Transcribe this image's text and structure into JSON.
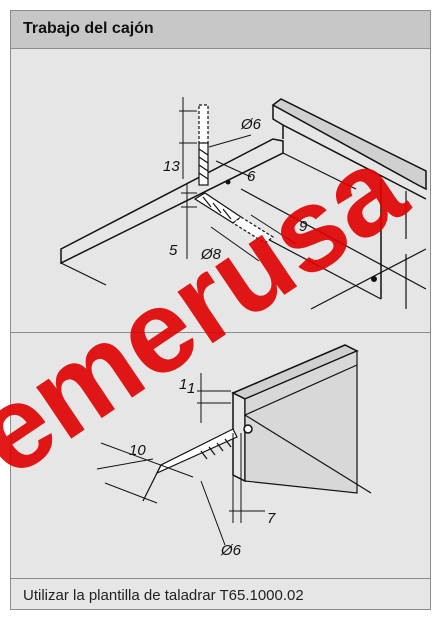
{
  "header": {
    "title": "Trabajo del cajón"
  },
  "diagram_top": {
    "labels": {
      "d1": "Ø6",
      "d2": "13",
      "d3": "6",
      "d4": "5",
      "d5": "Ø8",
      "d6": "9"
    }
  },
  "diagram_bottom": {
    "labels": {
      "d1": "1",
      "d2": "1",
      "d3": "10",
      "d4": "7",
      "d5": "Ø6"
    }
  },
  "footer": {
    "text": "Utilizar la plantilla de taladrar T65.1000.02"
  },
  "watermark": {
    "text": "emerusa"
  },
  "colors": {
    "header_bg": "#c7c7c7",
    "panel_bg": "#e6e6e6",
    "watermark": "#e00000"
  }
}
